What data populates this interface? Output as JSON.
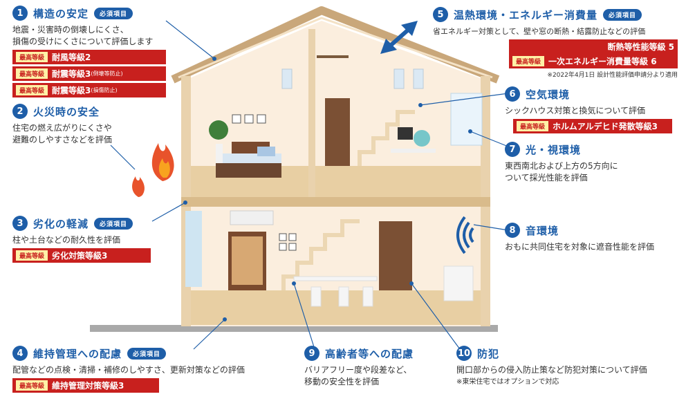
{
  "colors": {
    "accent": "#1e5ea8",
    "badge": "#c8201e",
    "badge_label_bg": "#fff1a6"
  },
  "items": [
    {
      "num": "1",
      "title": "構造の安定",
      "required": "必須項目",
      "desc": [
        "地震・災害時の倒壊しにくさ、",
        "損傷の受けにくさについて評価します"
      ],
      "badges": [
        {
          "label": "最高等級",
          "value": "耐風等級2",
          "note": ""
        },
        {
          "label": "最高等級",
          "value": "耐震等級3",
          "note": "(倒壊等防止)"
        },
        {
          "label": "最高等級",
          "value": "耐震等級3",
          "note": "(損傷防止)"
        }
      ]
    },
    {
      "num": "2",
      "title": "火災時の安全",
      "desc": [
        "住宅の燃え広がりにくさや",
        "避難のしやすさなどを評価"
      ]
    },
    {
      "num": "3",
      "title": "劣化の軽減",
      "required": "必須項目",
      "desc": [
        "柱や土台などの耐久性を評価"
      ],
      "badges": [
        {
          "label": "最高等級",
          "value": "劣化対策等級3"
        }
      ]
    },
    {
      "num": "4",
      "title": "維持管理への配慮",
      "required": "必須項目",
      "desc": [
        "配管などの点検・清掃・補修のしやすさ、更新対策などの評価"
      ],
      "badges": [
        {
          "label": "最高等級",
          "value": "維持管理対策等級3"
        }
      ]
    },
    {
      "num": "5",
      "title": "温熱環境・エネルギー消費量",
      "required": "必須項目",
      "desc": [
        "省エネルギー対策として、壁や窓の断熱・結露防止などの評価"
      ],
      "badges": [
        {
          "label": "",
          "value": "断熱等性能等級 5"
        },
        {
          "label": "最高等級",
          "value": "一次エネルギー消費量等級 6"
        }
      ],
      "note": "※2022年4月1日 設計性能評価申請分より適用"
    },
    {
      "num": "6",
      "title": "空気環境",
      "desc": [
        "シックハウス対策と換気について評価"
      ],
      "badges": [
        {
          "label": "最高等級",
          "value": "ホルムアルデヒド発散等級3"
        }
      ]
    },
    {
      "num": "7",
      "title": "光・視環境",
      "desc": [
        "東西南北および上方の5方向に",
        "ついて採光性能を評価"
      ]
    },
    {
      "num": "8",
      "title": "音環境",
      "desc": [
        "おもに共同住宅を対象に遮音性能を評価"
      ]
    },
    {
      "num": "9",
      "title": "高齢者等への配慮",
      "desc": [
        "バリアフリー度や段差など、",
        "移動の安全性を評価"
      ]
    },
    {
      "num": "10",
      "title": "防犯",
      "desc": [
        "開口部からの侵入防止策など防犯対策について評価",
        "※東栄住宅ではオプションで対応"
      ]
    }
  ]
}
